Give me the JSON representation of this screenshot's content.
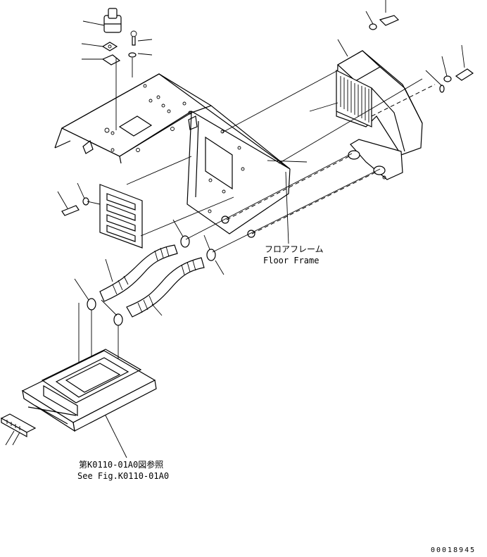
{
  "labels": {
    "floor_frame_jp": "フロアフレーム",
    "floor_frame_en": "Floor Frame",
    "see_fig_jp": "第K0110-01A0図参照",
    "see_fig_en": "See Fig.K0110-01A0"
  },
  "drawing_number": "00018945"
}
